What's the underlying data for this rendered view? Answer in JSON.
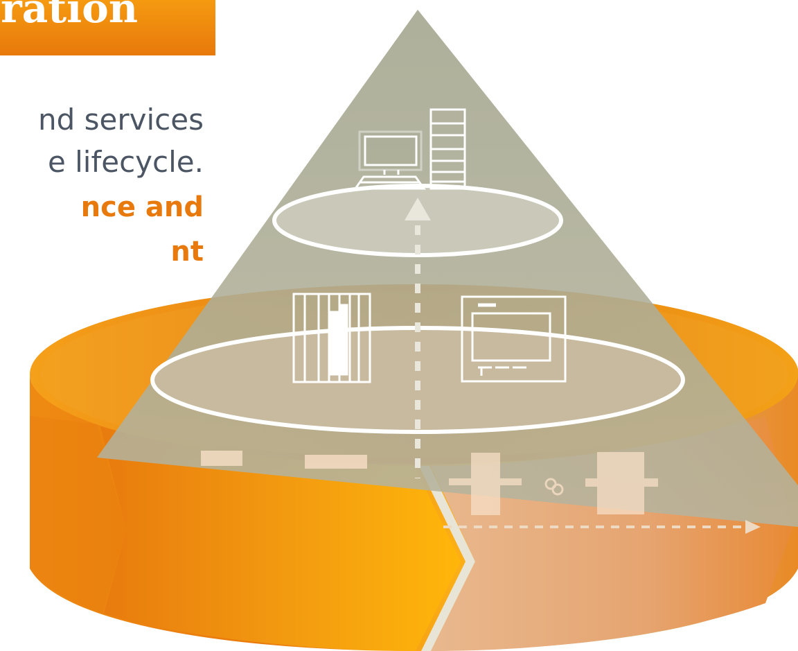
{
  "title": {
    "text": "ration"
  },
  "body": {
    "line1": "nd services",
    "line2": "e lifecycle.",
    "line3": "nce and",
    "line4": "nt"
  },
  "colors": {
    "orange": "#e8790c",
    "orange_light": "#f6a31c",
    "grey_text": "#4b5563",
    "pyramid": "#a9ab95"
  },
  "icons": [
    "desktop-computer-icon",
    "server-tower-icon",
    "plc-controller-icon",
    "hmi-panel-icon",
    "drive-unit-icon",
    "motor-icon",
    "link-icon"
  ]
}
